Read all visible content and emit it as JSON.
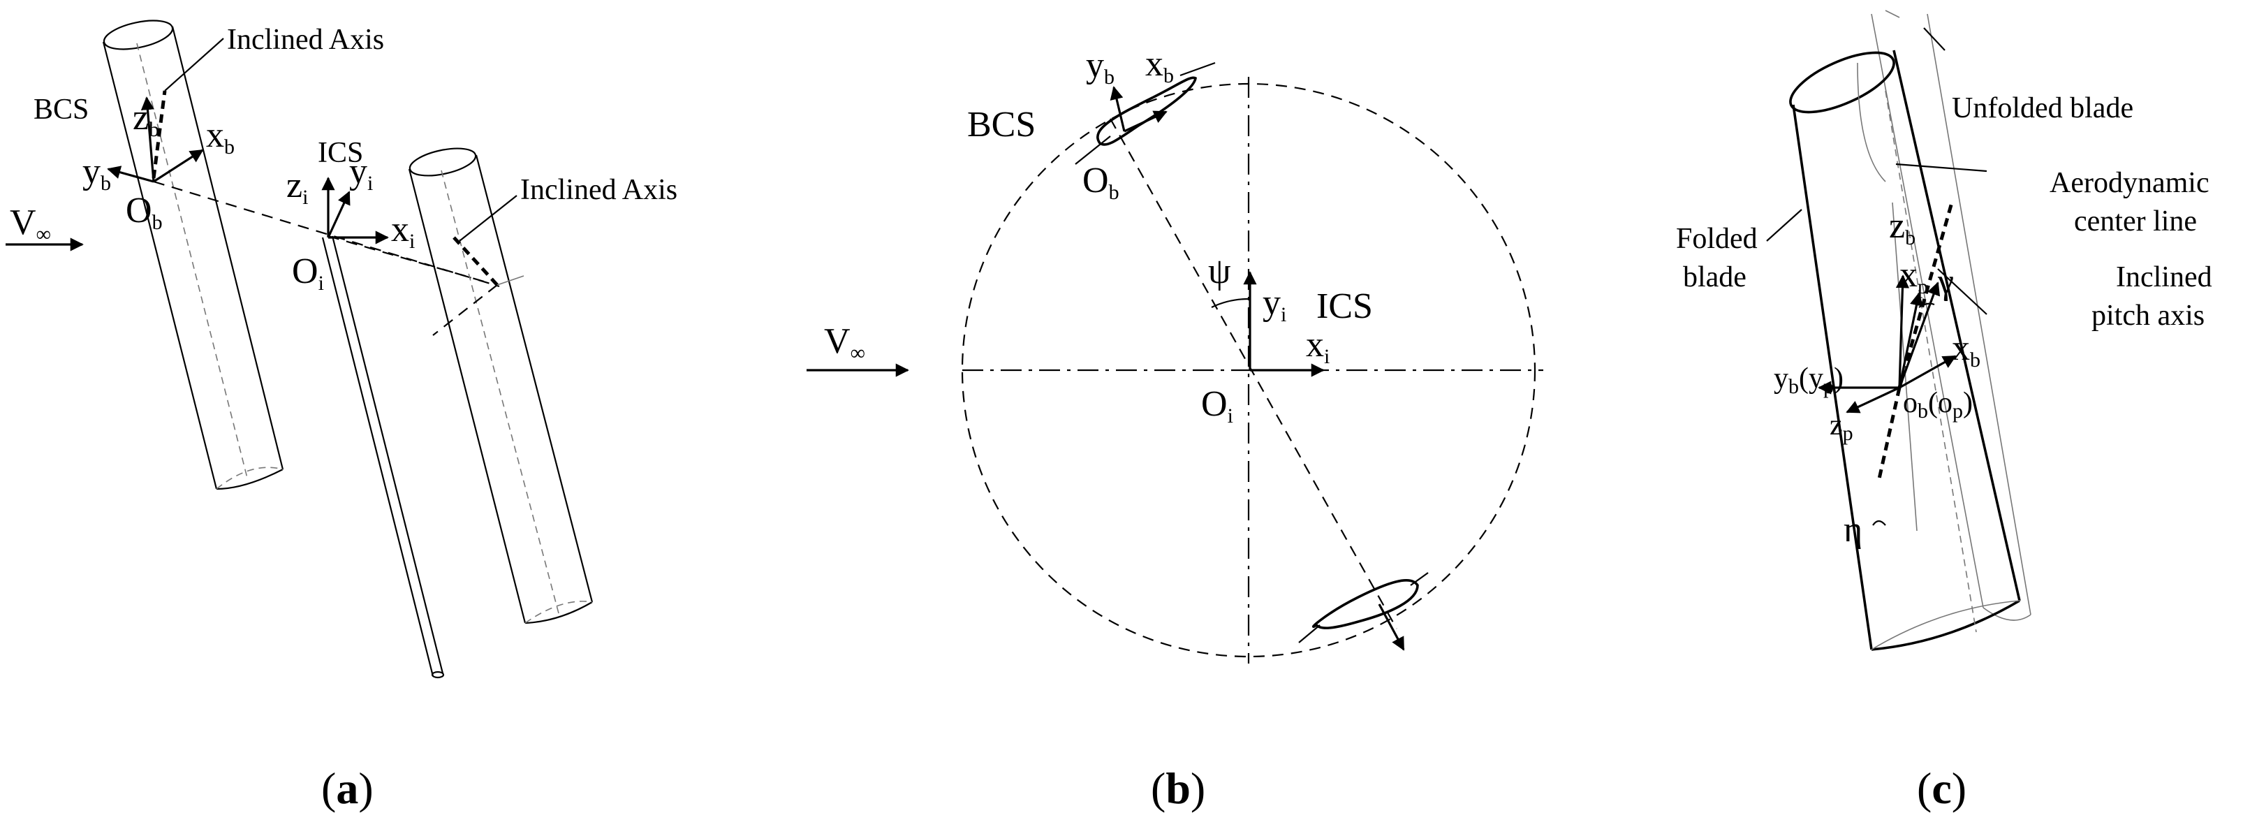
{
  "panel_a": {
    "inclined_axis_top": "Inclined Axis",
    "inclined_axis_right": "Inclined Axis",
    "bcs": "BCS",
    "ics": "ICS",
    "v_inf": "V",
    "v_inf_sub": "∞",
    "z_b": "z",
    "z_b_sub": "b",
    "x_b": "x",
    "x_b_sub": "b",
    "y_b": "y",
    "y_b_sub": "b",
    "o_b": "O",
    "o_b_sub": "b",
    "z_i": "z",
    "z_i_sub": "i",
    "y_i": "y",
    "y_i_sub": "i",
    "x_i": "x",
    "x_i_sub": "i",
    "o_i": "O",
    "o_i_sub": "i",
    "caption_open": "(",
    "caption_letter": "a",
    "caption_close": ")"
  },
  "panel_b": {
    "y_b": "y",
    "y_b_sub": "b",
    "x_b": "x",
    "x_b_sub": "b",
    "bcs": "BCS",
    "o_b": "O",
    "o_b_sub": "b",
    "psi": "ψ",
    "y_i": "y",
    "y_i_sub": "i",
    "ics": "ICS",
    "v_inf": "V",
    "v_inf_sub": "∞",
    "x_i": "x",
    "x_i_sub": "i",
    "o_i": "O",
    "o_i_sub": "i",
    "caption_open": "(",
    "caption_letter": "b",
    "caption_close": ")"
  },
  "panel_c": {
    "unfolded_blade": "Unfolded blade",
    "aero_center_1": "Aerodynamic",
    "aero_center_2": "center line",
    "folded_blade_1": "Folded",
    "folded_blade_2": "blade",
    "inclined_pitch_1": "Inclined",
    "inclined_pitch_2": "pitch axis",
    "z_b": "z",
    "z_b_sub": "b",
    "x_p": "x",
    "x_p_sub": "p",
    "gamma": "γ",
    "x_b": "x",
    "x_b_sub": "b",
    "y_b_yp": "y",
    "y_b_yp_sub": "b",
    "y_b_yp_mid": "(y",
    "y_b_yp_sub2": "p",
    "y_b_yp_end": ")",
    "z_p": "z",
    "z_p_sub": "p",
    "o_b_op": "o",
    "o_b_op_sub": "b",
    "o_b_op_mid": "(o",
    "o_b_op_sub2": "p",
    "o_b_op_end": ")",
    "eta": "η",
    "caption_open": "(",
    "caption_letter": "c",
    "caption_close": ")"
  }
}
